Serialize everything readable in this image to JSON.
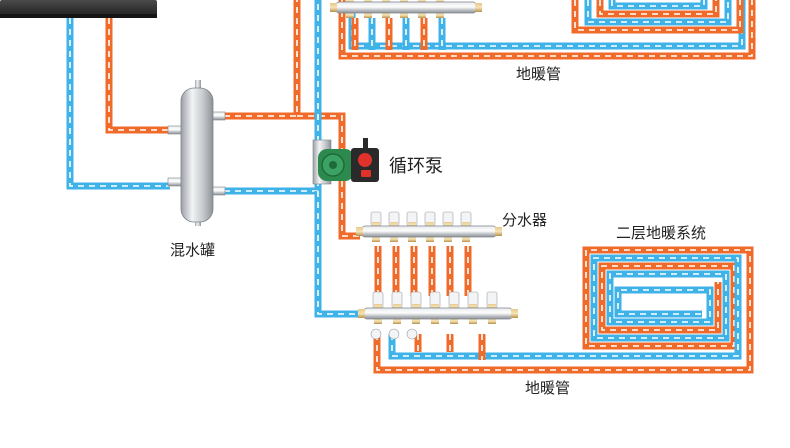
{
  "labels": {
    "floor_heating_pipe_top": "地暖管",
    "circulation_pump": "循环泵",
    "mixing_tank": "混水罐",
    "water_distributor": "分水器",
    "second_floor_system": "二层地暖系统",
    "floor_heating_pipe_bottom": "地暖管"
  },
  "colors": {
    "hot_pipe": "#f06a2a",
    "cold_pipe": "#3fb2e8",
    "pipe_stripe": "#ffffff",
    "boiler": "#2e2e2e",
    "metal": "#c8cbcf",
    "pump_green": "#2d8a4f",
    "pump_red": "#e0312b"
  }
}
